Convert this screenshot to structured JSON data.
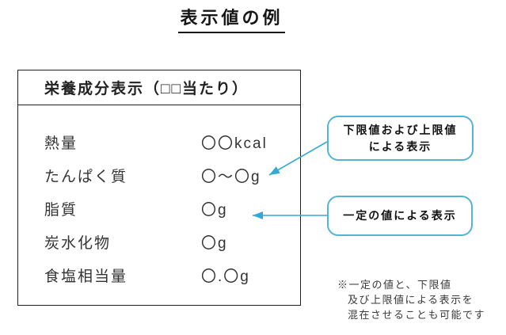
{
  "page_title": "表示値の例",
  "nutrition_label": {
    "header": "栄養成分表示（□□当たり）",
    "rows": [
      {
        "name": "熱量",
        "value": "〇〇kcal"
      },
      {
        "name": "たんぱく質",
        "value": "〇～〇g"
      },
      {
        "name": "脂質",
        "value": "〇g"
      },
      {
        "name": "炭水化物",
        "value": "〇g"
      },
      {
        "name": "食塩相当量",
        "value": "〇.〇g"
      }
    ]
  },
  "callouts": {
    "range": {
      "line1": "下限値および上限値",
      "line2": "による表示"
    },
    "fixed": {
      "text": "一定の値による表示"
    }
  },
  "footnote": {
    "line1": "※一定の値と、下限値",
    "line2": "及び上限値による表示を",
    "line3": "混在させることも可能です"
  },
  "colors": {
    "arrow": "#35a9d6",
    "callout_border": "#54b4d6",
    "box_border": "#1f1f1f",
    "text": "#333333"
  }
}
